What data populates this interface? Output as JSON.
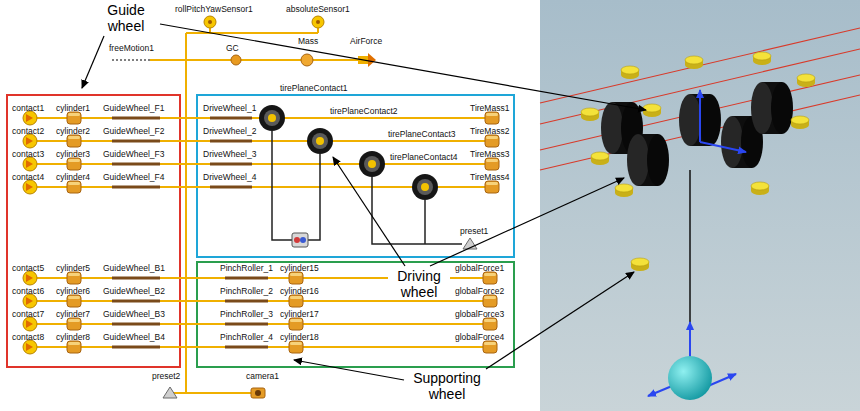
{
  "diagram": {
    "labels": [
      "Guide wheel",
      "rollPitchYawSensor1",
      "absoluteSensor1",
      "freeMotion1",
      "GC",
      "Mass",
      "AirForce",
      "contact1",
      "cylinder1",
      "GuideWheel_F1",
      "DriveWheel_1",
      "tirePlaneContact1",
      "TireMass1",
      "contact2",
      "cylinder2",
      "GuideWheel_F2",
      "DriveWheel_2",
      "tirePlaneContact2",
      "TireMass2",
      "contact3",
      "cylinder3",
      "GuideWheel_F3",
      "DriveWheel_3",
      "tirePlaneContact3",
      "TireMass3",
      "contact4",
      "cylinder4",
      "GuideWheel_F4",
      "DriveWheel_4",
      "tirePlaneContact4",
      "TireMass4",
      "preset1",
      "contact5",
      "cylinder5",
      "GuideWheel_B1",
      "PinchRoller_1",
      "cylinder15",
      "globalForce1",
      "contact6",
      "cylinder6",
      "GuideWheel_B2",
      "PinchRoller_2",
      "cylinder16",
      "globalForce2",
      "contact7",
      "cylinder7",
      "GuideWheel_B3",
      "PinchRoller_3",
      "cylinder17",
      "globalForce3",
      "contact8",
      "cylinder8",
      "GuideWheel_B4",
      "PinchRoller_4",
      "cylinder18",
      "globalForce4",
      "Driving wheel",
      "preset2",
      "camera1",
      "Supporting wheel"
    ]
  }
}
